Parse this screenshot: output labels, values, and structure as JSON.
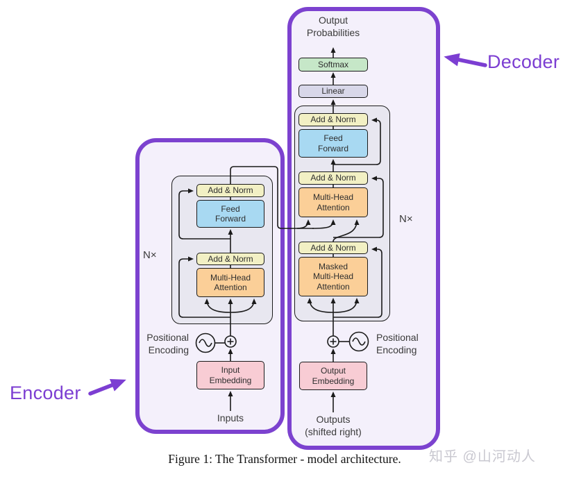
{
  "figure": {
    "caption": "Figure 1: The Transformer - model architecture.",
    "watermark": "知乎 @山河动人"
  },
  "annotations": {
    "encoder_label": "Encoder",
    "decoder_label": "Decoder",
    "accent_color": "#7c3ed2"
  },
  "diagram": {
    "output_probabilities": "Output\nProbabilities",
    "boxes": {
      "softmax": "Softmax",
      "linear": "Linear",
      "add_norm": "Add & Norm",
      "feed_forward": "Feed\nForward",
      "multi_head_attention": "Multi-Head\nAttention",
      "masked_multi_head_attention": "Masked\nMulti-Head\nAttention",
      "input_embedding": "Input\nEmbedding",
      "output_embedding": "Output\nEmbedding"
    },
    "labels": {
      "positional_encoding": "Positional\nEncoding",
      "nx": "N×",
      "inputs": "Inputs",
      "outputs": "Outputs\n(shifted right)"
    },
    "colors": {
      "panel_fill": "#f4f0fb",
      "panel_border": "#7c42cf",
      "container_fill": "#e8e7f0",
      "softmax": "#c6e7c8",
      "linear": "#d8d7e9",
      "add_norm": "#f2f0c4",
      "feed_forward": "#a8d9f2",
      "attention": "#fbcf98",
      "embedding": "#f8ccd4",
      "line": "#1a1a1a"
    }
  }
}
